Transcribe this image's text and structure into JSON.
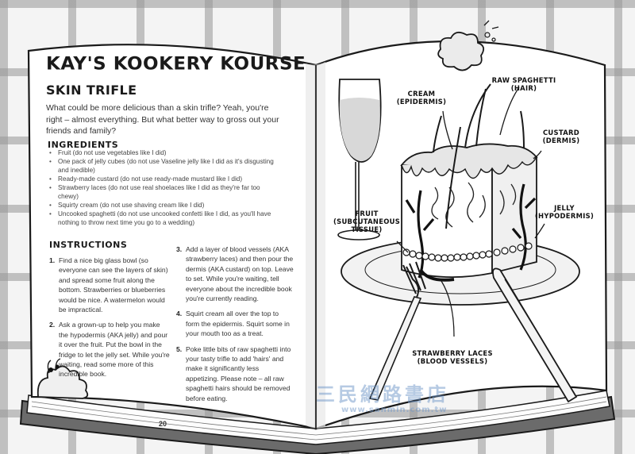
{
  "page": {
    "title": "KAY'S KOOKERY KOURSE",
    "recipe_title": "SKIN TRIFLE",
    "intro": "What could be more delicious than a skin trifle? Yeah, you're right – almost everything. But what better way to gross out your friends and family?",
    "ingredients_heading": "INGREDIENTS",
    "ingredients": [
      "Fruit (do not use vegetables like I did)",
      "One pack of jelly cubes (do not use Vaseline jelly like I did as it's disgusting and inedible)",
      "Ready-made custard (do not use ready-made mustard like I did)",
      "Strawberry laces (do not use real shoelaces like I did as they're far too chewy)",
      "Squirty cream (do not use shaving cream like I did)",
      "Uncooked spaghetti (do not use uncooked confetti like I did, as you'll have nothing to throw next time you go to a wedding)"
    ],
    "instructions_heading": "INSTRUCTIONS",
    "steps_left": [
      {
        "num": "1.",
        "text": "Find a nice big glass bowl (so everyone can see the layers of skin) and spread some fruit along the bottom. Strawberries or blueberries would be nice. A watermelon would be impractical."
      },
      {
        "num": "2.",
        "text": "Ask a grown-up to help you make the hypodermis (AKA jelly) and pour it over the fruit. Put the bowl in the fridge to let the jelly set. While you're waiting, read some more of this incredible book."
      }
    ],
    "steps_right": [
      {
        "num": "3.",
        "text": "Add a layer of blood vessels (AKA strawberry laces) and then pour the dermis (AKA custard) on top. Leave to set. While you're waiting, tell everyone about the incredible book you're currently reading."
      },
      {
        "num": "4.",
        "text": "Squirt cream all over the top to form the epidermis. Squirt some in your mouth too as a treat."
      },
      {
        "num": "5.",
        "text": "Poke little bits of raw spaghetti into your tasty trifle to add 'hairs' and make it significantly less appetizing. Please note – all raw spaghetti hairs should be removed before eating."
      }
    ],
    "page_number": "20"
  },
  "illustration": {
    "labels": {
      "cream": [
        "CREAM",
        "(EPIDERMIS)"
      ],
      "spaghetti": [
        "RAW SPAGHETTI",
        "(HAIR)"
      ],
      "custard": [
        "CUSTARD",
        "(DERMIS)"
      ],
      "jelly": [
        "JELLY",
        "(HYPODERMIS)"
      ],
      "fruit": [
        "FRUIT",
        "(SUBCUTANEOUS",
        "TISSUE)"
      ],
      "laces": [
        "STRAWBERRY LACES",
        "(BLOOD VESSELS)"
      ]
    }
  },
  "watermark": {
    "text": "三民網路書店",
    "url": "www.sanmin.com.tw"
  },
  "colors": {
    "ink": "#1a1a1a",
    "grid": "#9a9a9a",
    "paper": "#ffffff",
    "watermark": "#6e96c8"
  }
}
